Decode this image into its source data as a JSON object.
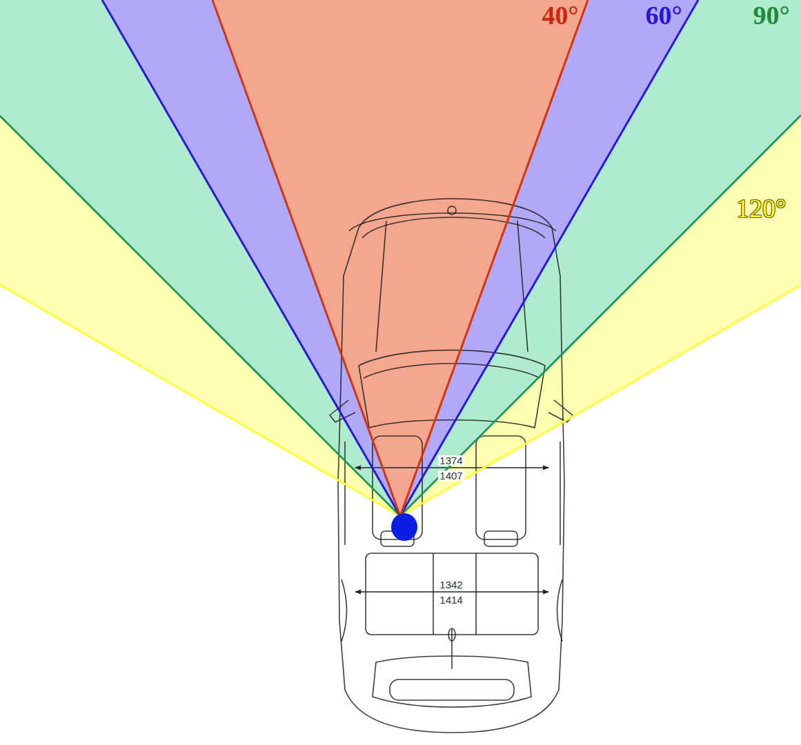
{
  "diagram": {
    "labels": [
      "40°",
      "60°",
      "90°",
      "120°",
      "1374",
      "1407",
      "1342",
      "1414"
    ]
  }
}
